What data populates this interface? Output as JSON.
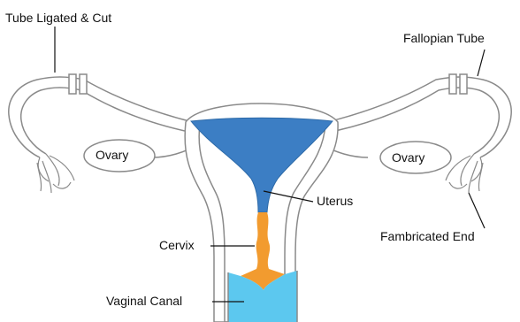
{
  "labels": {
    "tube_ligated": "Tube Ligated & Cut",
    "fallopian_tube": "Fallopian Tube",
    "ovary_left": "Ovary",
    "ovary_right": "Ovary",
    "uterus": "Uterus",
    "cervix": "Cervix",
    "fambricated_end": "Fambricated End",
    "vaginal_canal": "Vaginal Canal"
  },
  "colors": {
    "outline": "#8a8a8a",
    "uterus_fill": "#3c7ec4",
    "cervix_fill": "#f29b2f",
    "vagina_fill": "#5cc8ef",
    "leader_line": "#111111"
  }
}
